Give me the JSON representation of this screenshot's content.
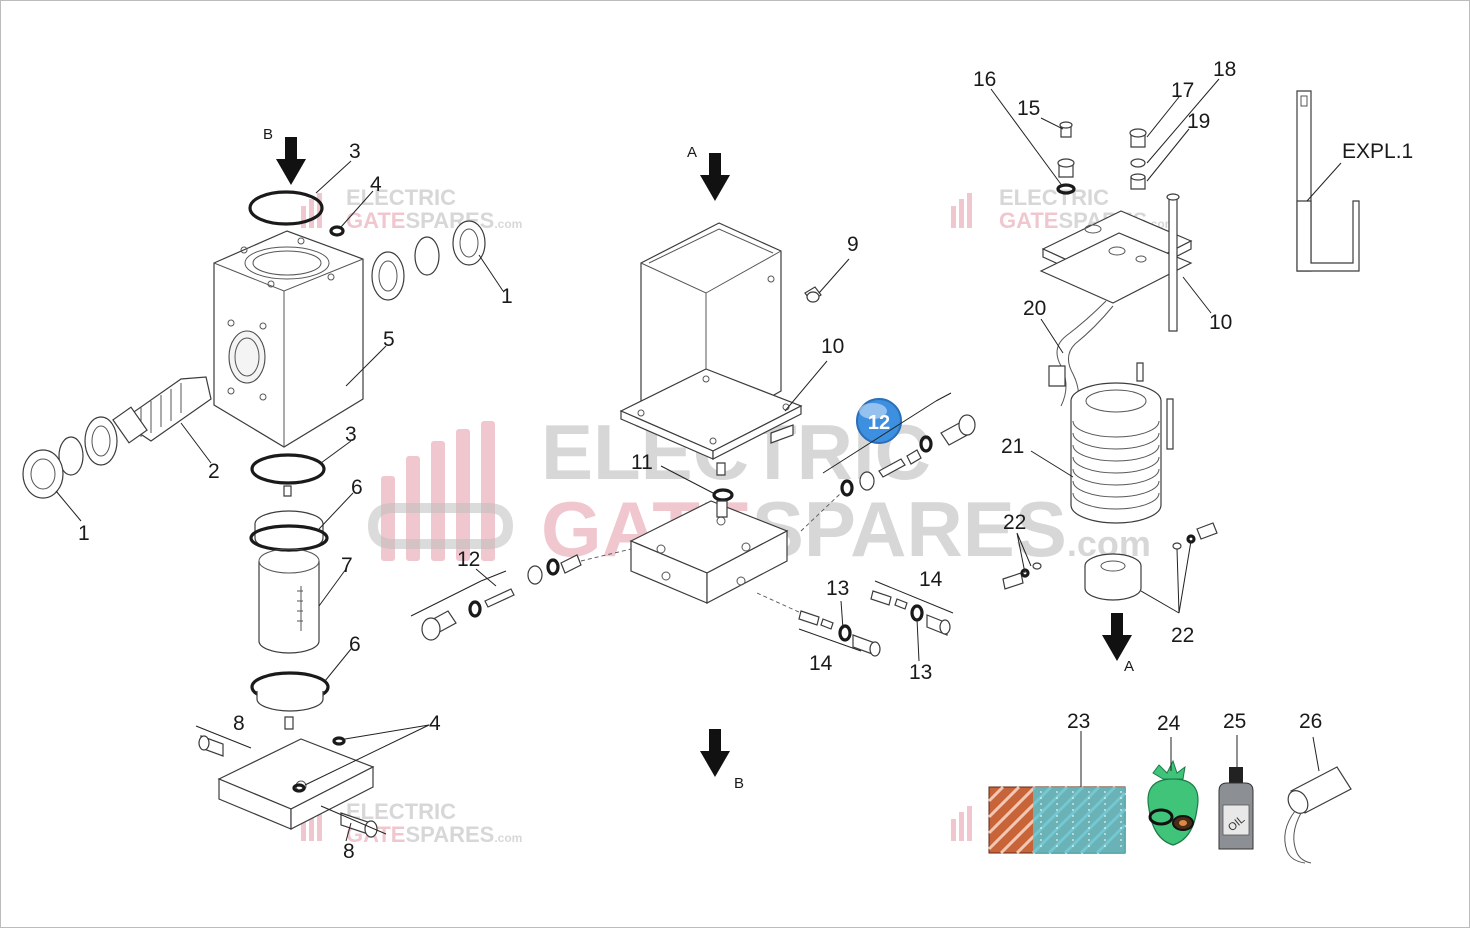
{
  "labels": {
    "n1a": "1",
    "n1b": "1",
    "n2": "2",
    "n3a": "3",
    "n3b": "3",
    "n4a": "4",
    "n4b": "4",
    "n5": "5",
    "n6a": "6",
    "n6b": "6",
    "n7": "7",
    "n8a": "8",
    "n8b": "8",
    "n9": "9",
    "n10a": "10",
    "n10b": "10",
    "n11": "11",
    "n12a": "12",
    "n12badge": "12",
    "n13a": "13",
    "n13b": "13",
    "n14a": "14",
    "n14b": "14",
    "n15": "15",
    "n16": "16",
    "n17": "17",
    "n18": "18",
    "n19": "19",
    "n20": "20",
    "n21": "21",
    "n22a": "22",
    "n22b": "22",
    "n23": "23",
    "n24": "24",
    "n25": "25",
    "n26": "26",
    "expl": "EXPL.1"
  },
  "arrows": {
    "a1": "A",
    "a2": "A",
    "b1": "B",
    "b2": "B"
  },
  "watermark": {
    "line1": "ELECTRIC",
    "line2a": "GATE",
    "line2b": "SPARES",
    "suffix": ".com"
  },
  "oil_label": "OIL",
  "colors": {
    "ring": "#1a1a1a",
    "badge": "#3d8fe0",
    "watermark_pink": "#e59aa7",
    "watermark_gray": "#b8b8b8",
    "bag_green": "#3fc47a",
    "mat_orange": "#c8643a",
    "mat_cyan": "#4fc8d8",
    "frame": "#bcbcbc"
  }
}
